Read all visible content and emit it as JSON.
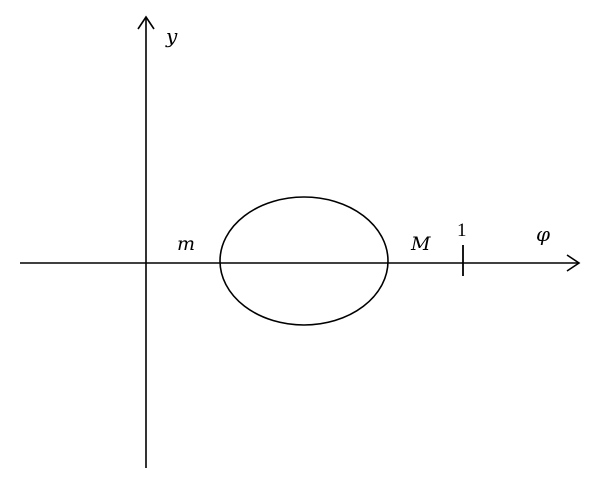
{
  "diagram": {
    "axes": {
      "horizontal_label": "φ",
      "vertical_label": "y"
    },
    "points": {
      "left_intercept_label": "m",
      "right_intercept_label": "M",
      "tick_label": "1"
    },
    "curve": {
      "shape": "closed-oval",
      "stroke_color": "#000000"
    },
    "colors": {
      "ink": "#000000",
      "background": "#ffffff"
    }
  }
}
